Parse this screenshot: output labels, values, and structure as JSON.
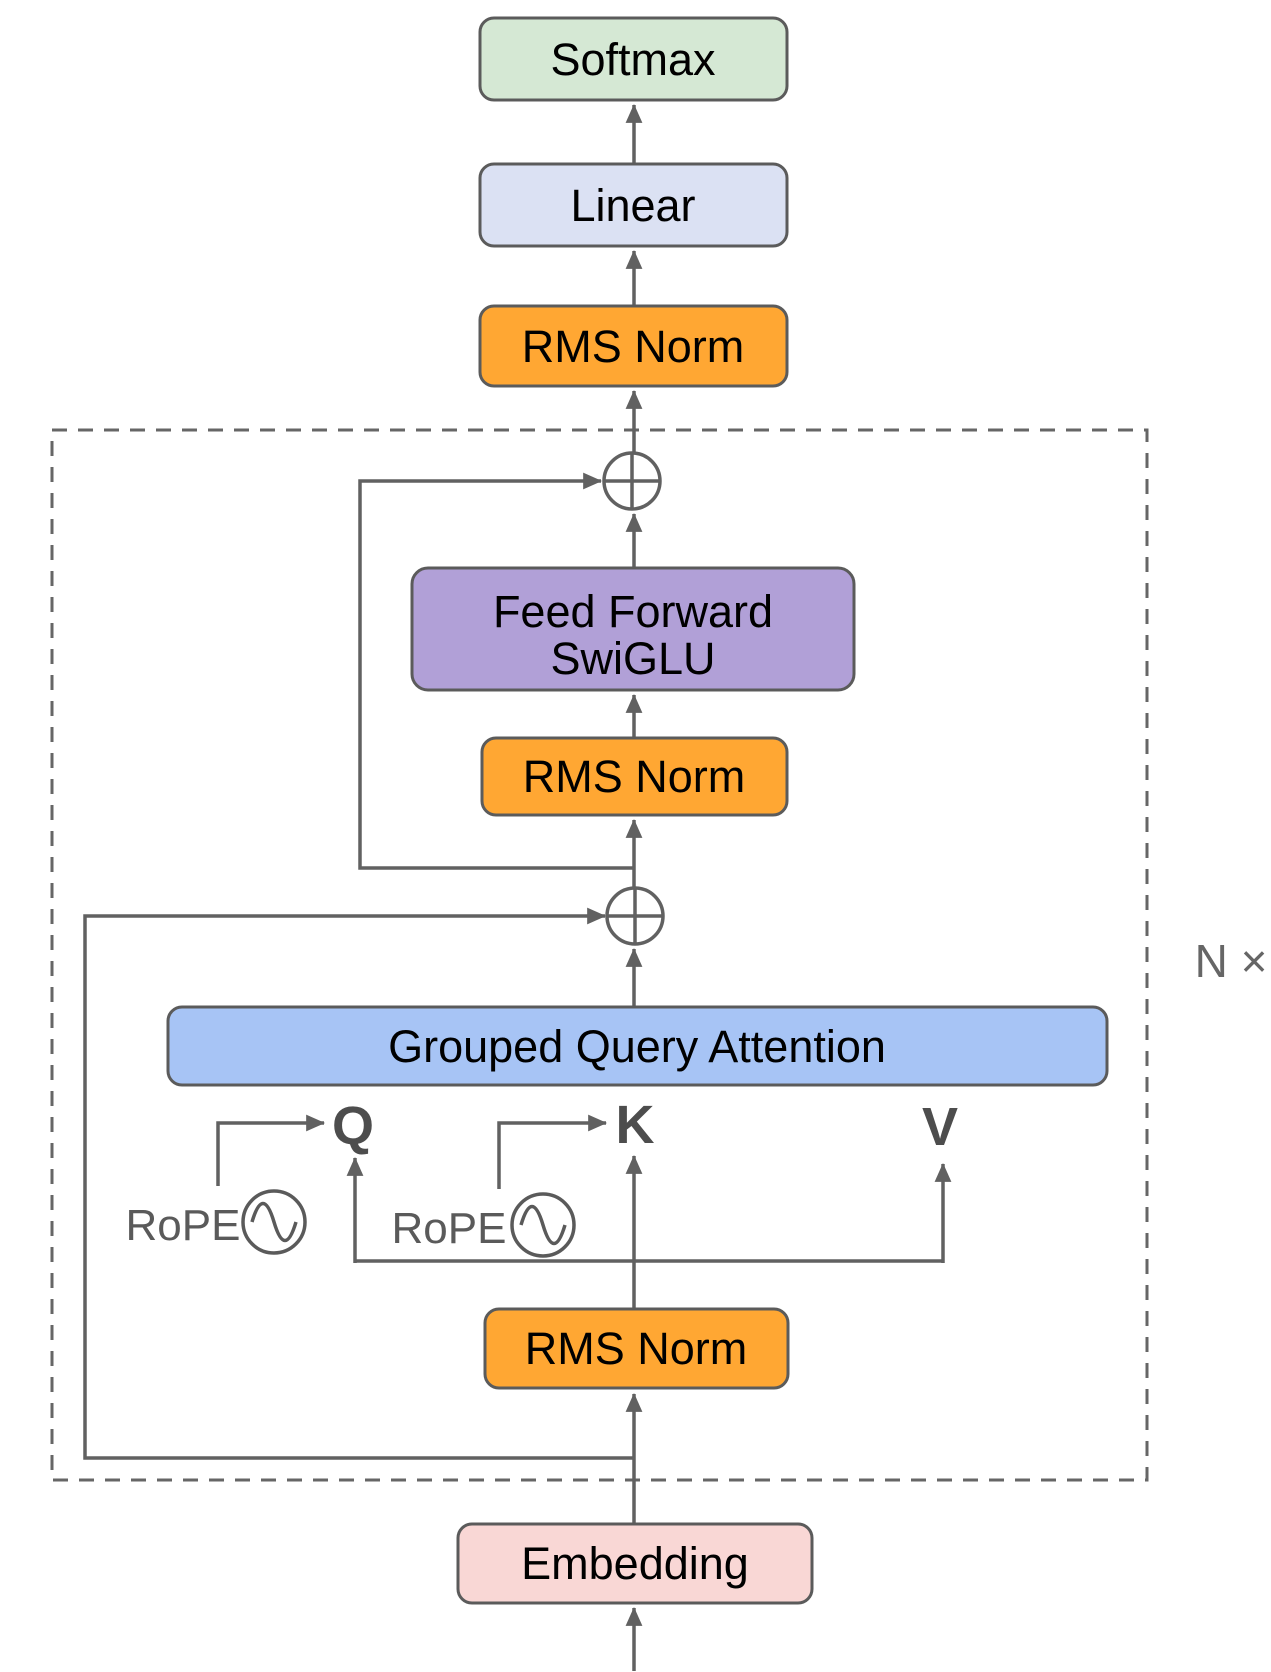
{
  "diagram_type": "llm-transformer-architecture-flow",
  "blocks": {
    "softmax": {
      "label": "Softmax",
      "fill": "#d5e8d4"
    },
    "linear": {
      "label": "Linear",
      "fill": "#dbe1f3"
    },
    "rms_norm_top": {
      "label": "RMS Norm",
      "fill": "#ffa733"
    },
    "feed_forward": {
      "lines": [
        "Feed Forward",
        "SwiGLU"
      ],
      "fill": "#b1a0d7"
    },
    "rms_norm_mid": {
      "label": "RMS Norm",
      "fill": "#ffa733"
    },
    "grouped_query_attention": {
      "label": "Grouped Query Attention",
      "fill": "#a7c4f5"
    },
    "rms_norm_bottom": {
      "label": "RMS Norm",
      "fill": "#ffa733"
    },
    "embedding": {
      "label": "Embedding",
      "fill": "#f9d7d5"
    }
  },
  "attention_inputs": {
    "q": "Q",
    "k": "K",
    "v": "V"
  },
  "rope": {
    "q_label": "RoPE",
    "k_label": "RoPE"
  },
  "block_repeat_label": "N ×",
  "symbols": {
    "residual_add": "+"
  },
  "colors": {
    "connector": "#616161",
    "box_border": "#5b5b5b",
    "dashed_border": "#666666",
    "qkv_text": "#4d4d4d",
    "gray_text": "#5a5a5a",
    "background": "#ffffff"
  }
}
